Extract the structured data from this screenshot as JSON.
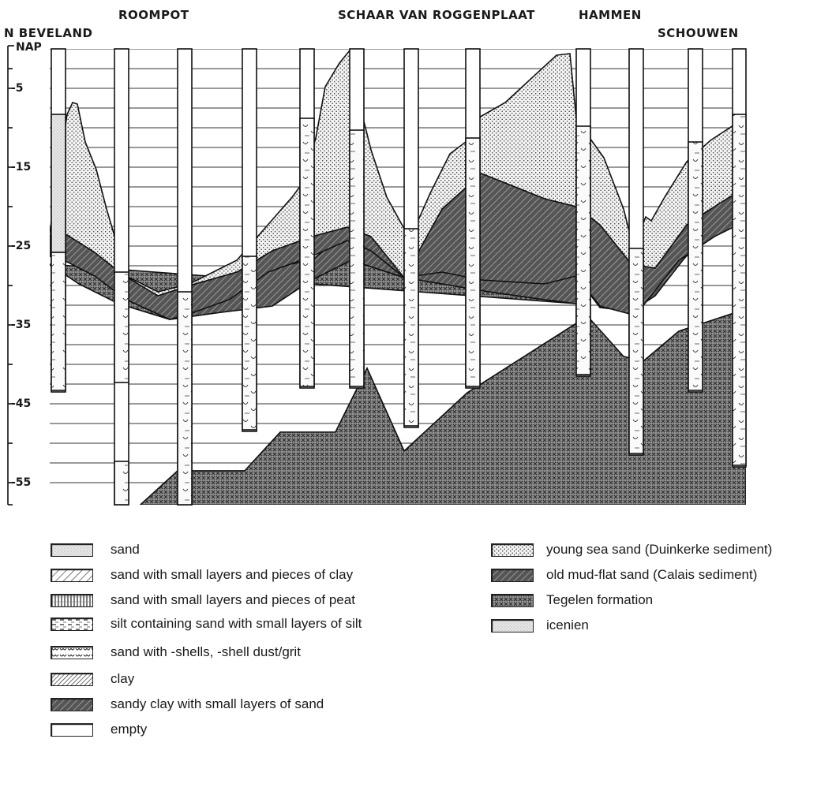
{
  "locations": {
    "n_beveland": "N BEVELAND",
    "roompot": "ROOMPOT",
    "schaar": "SCHAAR VAN ROGGENPLAAT",
    "hammen": "HAMMEN",
    "schouwen": "SCHOUWEN"
  },
  "depth_axis": {
    "datum": "NAP",
    "ticks": [
      "-5",
      "-15",
      "-25",
      "-35",
      "-45",
      "-55"
    ]
  },
  "legend_left": [
    {
      "label": "sand",
      "pattern": "dots-light"
    },
    {
      "label": "sand with small layers and pieces of clay",
      "pattern": "hatch-sparse"
    },
    {
      "label": "sand with small layers and pieces of peat",
      "pattern": "vertical-lines"
    },
    {
      "label": "silt containing sand with small layers of silt",
      "pattern": "dash-lines"
    },
    {
      "label": "sand with -shells, -shell dust/grit",
      "pattern": "shells"
    },
    {
      "label": "clay",
      "pattern": "hatch-dense"
    },
    {
      "label": "sandy clay with small layers of sand",
      "pattern": "hatch-dark"
    },
    {
      "label": "empty",
      "pattern": "empty"
    }
  ],
  "legend_right": [
    {
      "label": "young sea sand (Duinkerke sediment)",
      "pattern": "dots"
    },
    {
      "label": "old mud-flat sand (Calais sediment)",
      "pattern": "hatch-dark"
    },
    {
      "label": "Tegelen formation",
      "pattern": "cross"
    },
    {
      "label": "icenien",
      "pattern": "dots-light"
    }
  ]
}
